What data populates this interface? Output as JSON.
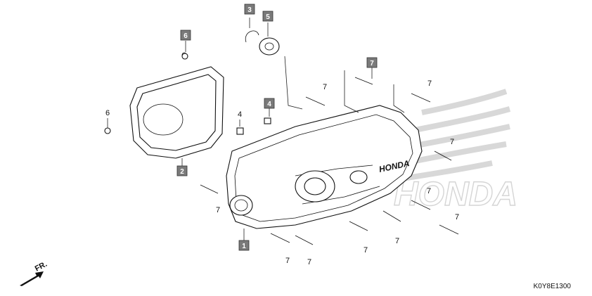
{
  "diagram": {
    "part_code": "K0Y8E1300",
    "direction_label": "FR.",
    "watermark_brand": "HONDA",
    "cover_logo": "HONDA",
    "callouts_boxed": [
      {
        "id": "c1",
        "label": "1"
      },
      {
        "id": "c2",
        "label": "2"
      },
      {
        "id": "c3",
        "label": "3"
      },
      {
        "id": "c4",
        "label": "4"
      },
      {
        "id": "c5",
        "label": "5"
      },
      {
        "id": "c6",
        "label": "6"
      },
      {
        "id": "c7",
        "label": "7"
      }
    ],
    "callouts_plain": [
      {
        "id": "p4",
        "label": "4"
      },
      {
        "id": "p6",
        "label": "6"
      },
      {
        "id": "p7a",
        "label": "7"
      },
      {
        "id": "p7b",
        "label": "7"
      },
      {
        "id": "p7c",
        "label": "7"
      },
      {
        "id": "p7d",
        "label": "7"
      },
      {
        "id": "p7e",
        "label": "7"
      },
      {
        "id": "p7f",
        "label": "7"
      },
      {
        "id": "p7g",
        "label": "7"
      },
      {
        "id": "p7h",
        "label": "7"
      },
      {
        "id": "p7i",
        "label": "7"
      },
      {
        "id": "p7j",
        "label": "7"
      }
    ]
  }
}
